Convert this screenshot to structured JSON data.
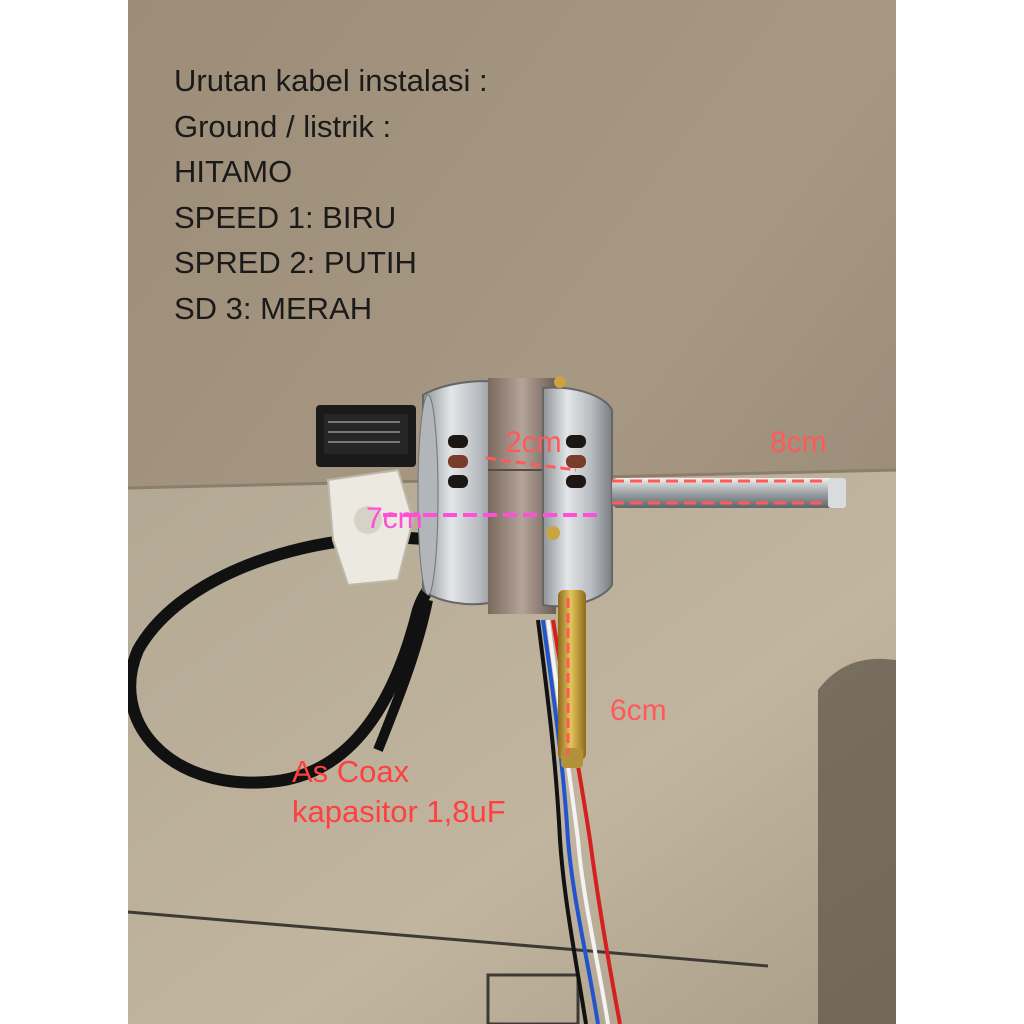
{
  "caption": {
    "lines": [
      "Urutan kabel instalasi :",
      "Ground / listrik :",
      "HITAMO",
      "SPEED 1: BIRU",
      "SPRED 2: PUTIH",
      "SD 3: MERAH"
    ]
  },
  "dimensions": {
    "shaft_length": "8cm",
    "body_depth": "2cm",
    "body_diameter": "7cm",
    "coax_length": "6cm"
  },
  "note": {
    "line1": "As Coax",
    "line2": "kapasitor 1,8uF"
  },
  "colors": {
    "background_cardboard": "#a89882",
    "dimension_red": "#ff5a5a",
    "dimension_magenta": "#ff4fd8",
    "text_dark": "#1a1a1a"
  }
}
